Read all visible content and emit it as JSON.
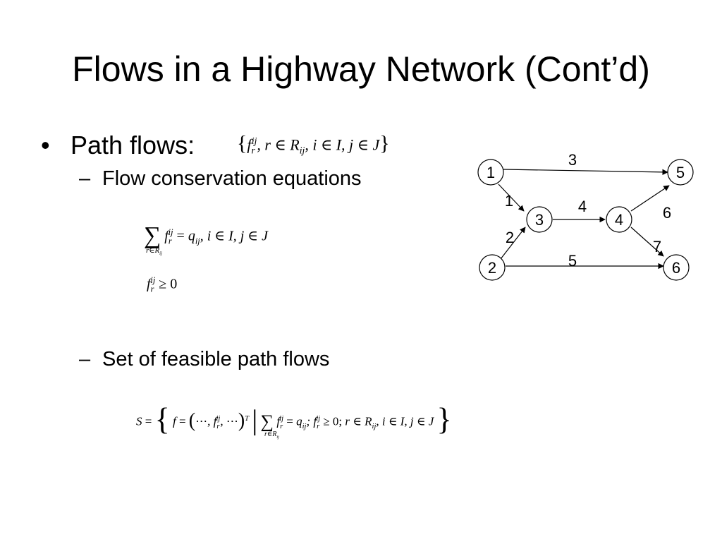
{
  "title": "Flows in a Highway Network (Cont’d)",
  "bullet": {
    "marker": "•",
    "label": "Path flows:"
  },
  "subs": [
    {
      "marker": "–",
      "label": "Flow conservation equations"
    },
    {
      "marker": "–",
      "label": "Set of feasible path flows"
    }
  ],
  "network": {
    "nodes": [
      "1",
      "2",
      "3",
      "4",
      "5",
      "6"
    ],
    "links": [
      "1",
      "2",
      "3",
      "4",
      "5",
      "6",
      "7"
    ]
  }
}
